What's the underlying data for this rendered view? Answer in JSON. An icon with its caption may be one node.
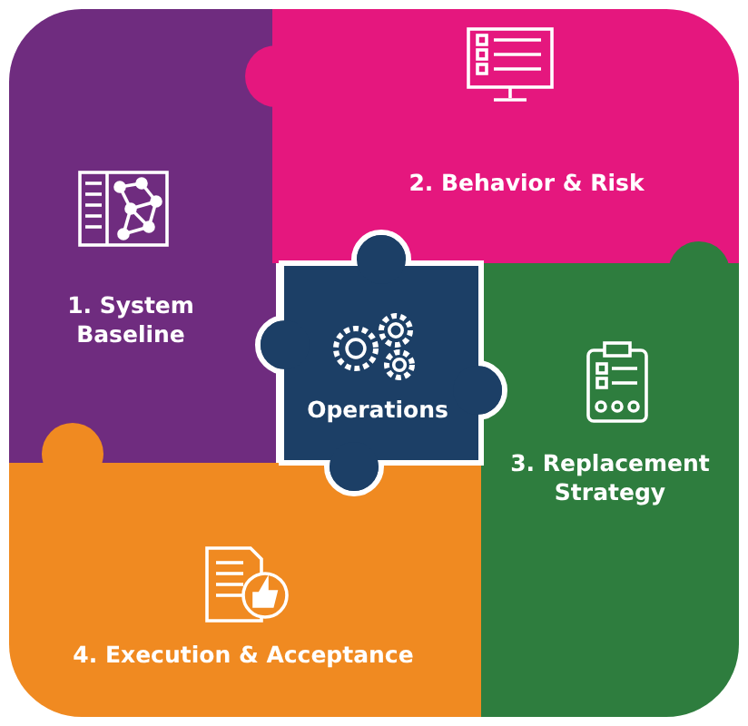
{
  "diagram": {
    "nodes": [
      {
        "text": [
          "1. System Baseline"
        ]
      },
      {
        "text": [
          "2. Behavior & Risk"
        ]
      },
      {
        "text": [
          "Operations"
        ]
      },
      {
        "text": [
          "3. Replacement Strategy"
        ]
      },
      {
        "text": [
          "4. Execution & Acceptance"
        ]
      }
    ]
  }
}
